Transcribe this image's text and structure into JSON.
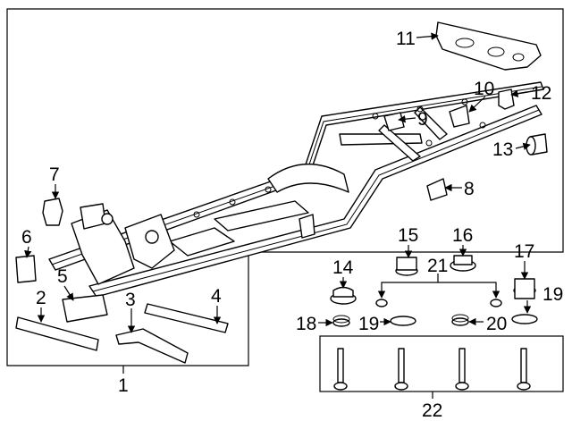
{
  "callouts": {
    "c1": "1",
    "c2": "2",
    "c3": "3",
    "c4": "4",
    "c5": "5",
    "c6": "6",
    "c7": "7",
    "c8": "8",
    "c9": "9",
    "c10": "10",
    "c11": "11",
    "c12": "12",
    "c13": "13",
    "c14": "14",
    "c15": "15",
    "c16": "16",
    "c17": "17",
    "c18": "18",
    "c19a": "19",
    "c19b": "19",
    "c20": "20",
    "c21": "21",
    "c22": "22"
  },
  "colors": {
    "line": "#000000",
    "background": "#ffffff"
  }
}
